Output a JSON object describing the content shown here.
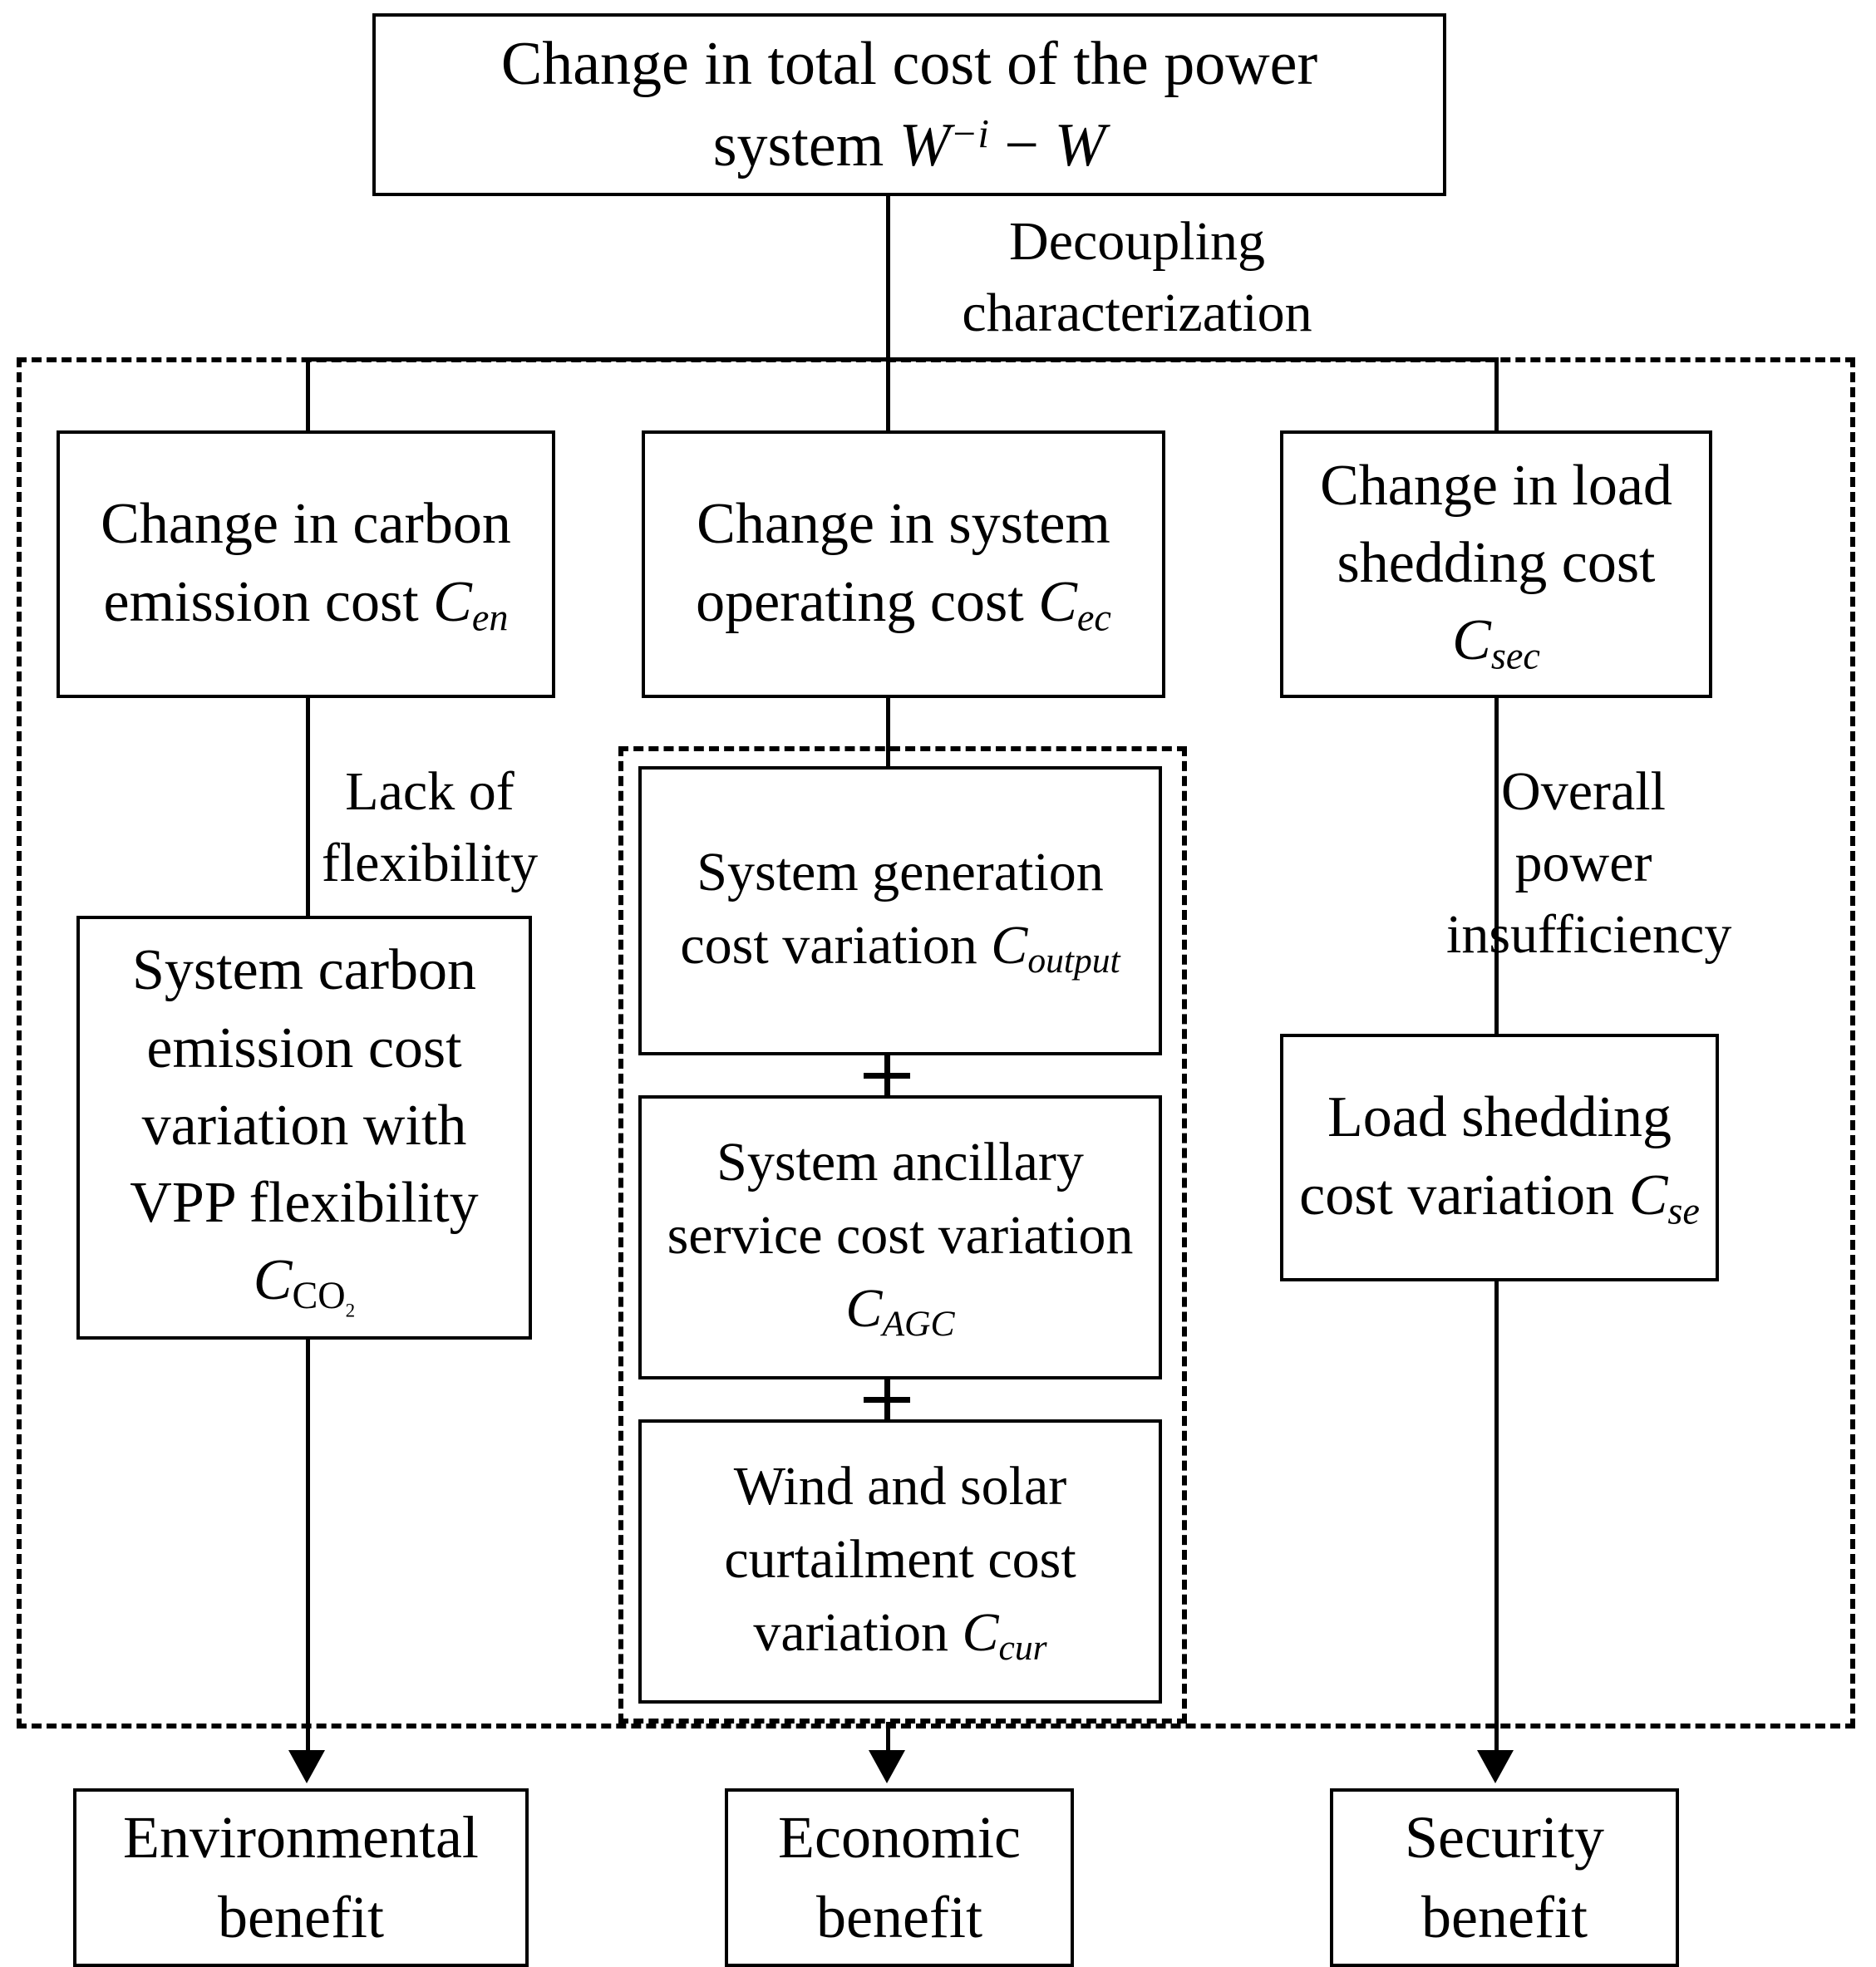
{
  "diagram": {
    "title_box": {
      "line1": "Change in total cost of the power",
      "line2_prefix": "system ",
      "symbol": "W⁻ⁱ − W"
    },
    "edge_labels": {
      "decoupling": "Decoupling characterization",
      "lack_of_flexibility": "Lack of flexibility",
      "overall_power_insufficiency": "Overall power insufficiency"
    },
    "level2": [
      {
        "id": "carbon",
        "text": "Change in carbon emission cost",
        "symbol": "C",
        "subscript": "en"
      },
      {
        "id": "operating",
        "text": "Change in system operating cost",
        "symbol": "C",
        "subscript": "ec"
      },
      {
        "id": "shedding",
        "text": "Change in load shedding cost",
        "symbol": "C",
        "subscript": "sec"
      }
    ],
    "level3": [
      {
        "id": "co2",
        "text": "System carbon emission cost variation with VPP flexibility",
        "symbol": "C",
        "subscript": "CO2"
      },
      {
        "id": "output",
        "text": "System generation cost variation",
        "symbol": "C",
        "subscript": "output"
      },
      {
        "id": "agc",
        "text": "System ancillary service cost variation",
        "symbol": "C",
        "subscript": "AGC"
      },
      {
        "id": "cur",
        "text": "Wind and solar curtailment cost variation",
        "symbol": "C",
        "subscript": "cur"
      },
      {
        "id": "se",
        "text": "Load shedding cost variation",
        "symbol": "C",
        "subscript": "se"
      }
    ],
    "operators": {
      "plus": "+"
    },
    "level4": [
      {
        "id": "environmental",
        "line1": "Environmental",
        "line2": "benefit"
      },
      {
        "id": "economic",
        "line1": "Economic",
        "line2": "benefit"
      },
      {
        "id": "security",
        "line1": "Security",
        "line2": "benefit"
      }
    ],
    "colors": {
      "stroke": "#000000",
      "background": "#ffffff"
    }
  }
}
